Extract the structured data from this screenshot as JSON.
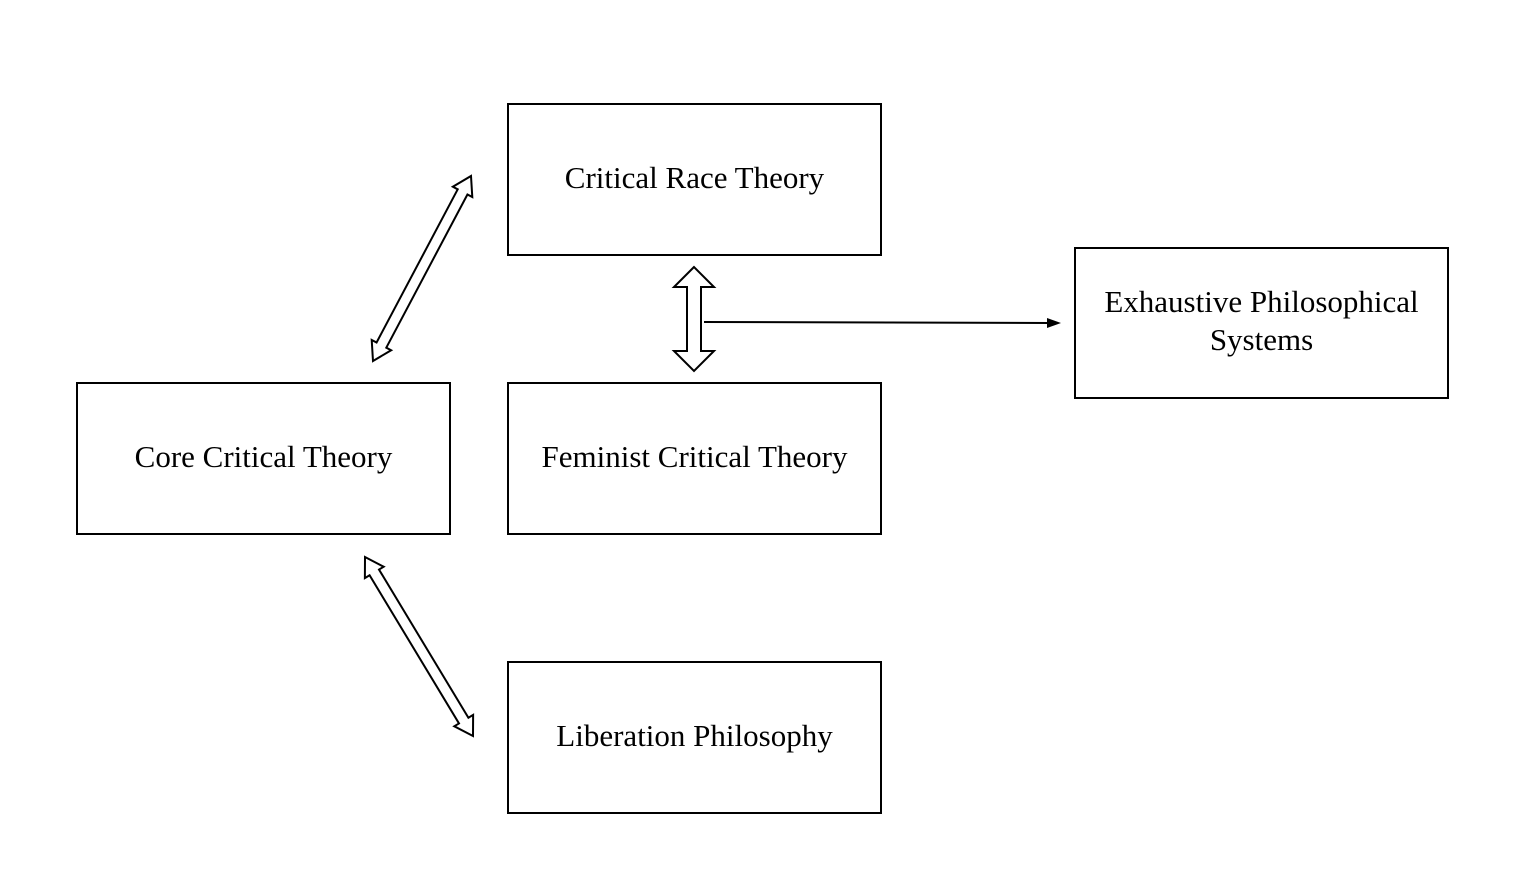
{
  "diagram": {
    "nodes": [
      {
        "id": "critical-race-theory",
        "lines": [
          "Critical Race Theory"
        ]
      },
      {
        "id": "core-critical-theory",
        "lines": [
          "Core Critical Theory"
        ]
      },
      {
        "id": "feminist-critical-theory",
        "lines": [
          "Feminist Critical Theory"
        ]
      },
      {
        "id": "liberation-philosophy",
        "lines": [
          "Liberation Philosophy"
        ]
      },
      {
        "id": "exhaustive-philosophical-systems",
        "lines": [
          "Exhaustive Philosophical",
          "Systems"
        ]
      }
    ],
    "edges": [
      {
        "from": "core-critical-theory",
        "to": "critical-race-theory",
        "style": "bidirectional-block"
      },
      {
        "from": "critical-race-theory",
        "to": "feminist-critical-theory",
        "style": "bidirectional-block"
      },
      {
        "from": "core-critical-theory",
        "to": "liberation-philosophy",
        "style": "bidirectional-block"
      },
      {
        "from": "critical-race-theory/feminist-critical-theory",
        "to": "exhaustive-philosophical-systems",
        "style": "directed-line"
      }
    ]
  }
}
